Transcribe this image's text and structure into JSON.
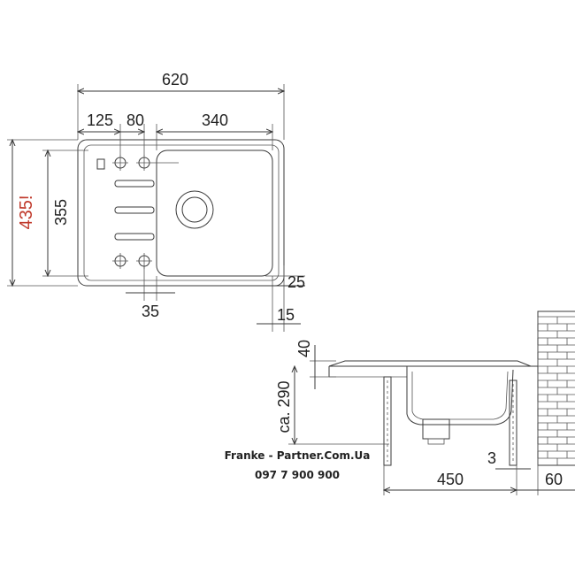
{
  "top_view": {
    "overall_width": "620",
    "dim_125": "125",
    "dim_80": "80",
    "dim_340": "340",
    "height_outer": "435!",
    "height_inner": "355",
    "dim_25": "25",
    "dim_35": "35",
    "dim_15": "15"
  },
  "side_view": {
    "dim_40": "40",
    "depth": "ca. 290",
    "dim_3": "3",
    "dim_450": "450",
    "dim_60": "60"
  },
  "watermark": {
    "site": "Franke - Partner.Com.Ua",
    "phone": "097 7 900 900"
  },
  "colors": {
    "line": "#3a3a3a",
    "accent_red": "#c0392b",
    "wall_fill": "#f4f4f4"
  }
}
